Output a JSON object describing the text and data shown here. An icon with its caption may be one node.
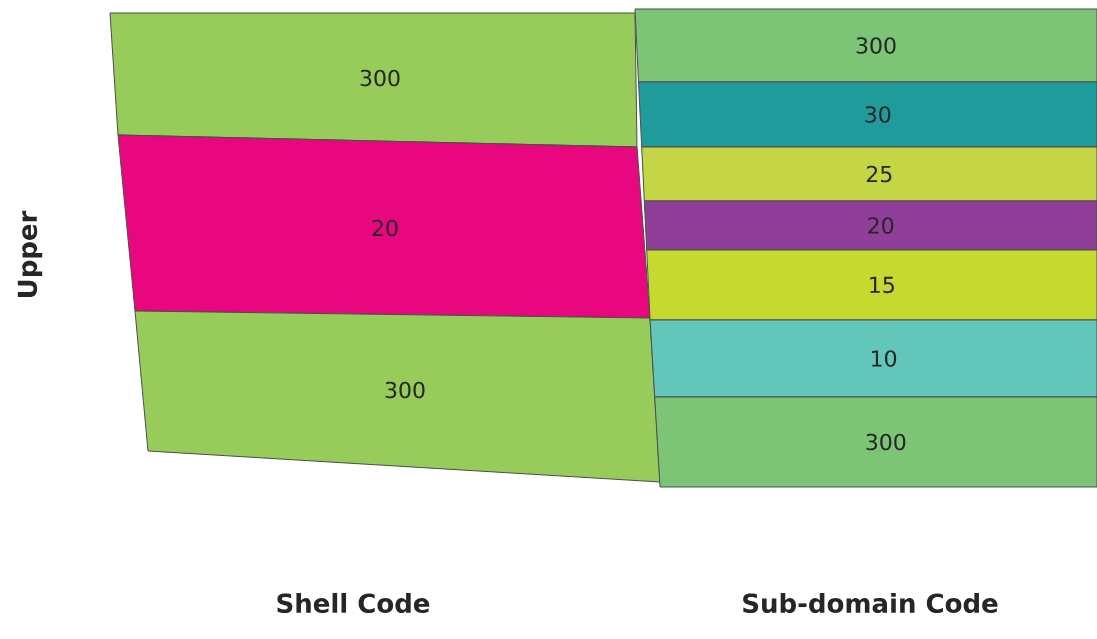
{
  "diagram": {
    "nodes": [
      {
        "text": [
          "300"
        ]
      },
      {
        "text": [
          "20"
        ]
      },
      {
        "text": [
          "300"
        ]
      },
      {
        "text": [
          "300"
        ]
      },
      {
        "text": [
          "30"
        ]
      },
      {
        "text": [
          "25"
        ]
      },
      {
        "text": [
          "20"
        ]
      },
      {
        "text": [
          "15"
        ]
      },
      {
        "text": [
          "10"
        ]
      },
      {
        "text": [
          "300"
        ]
      }
    ],
    "labels": [
      "Upper",
      "Shell Code",
      "Sub-domain Code"
    ]
  }
}
